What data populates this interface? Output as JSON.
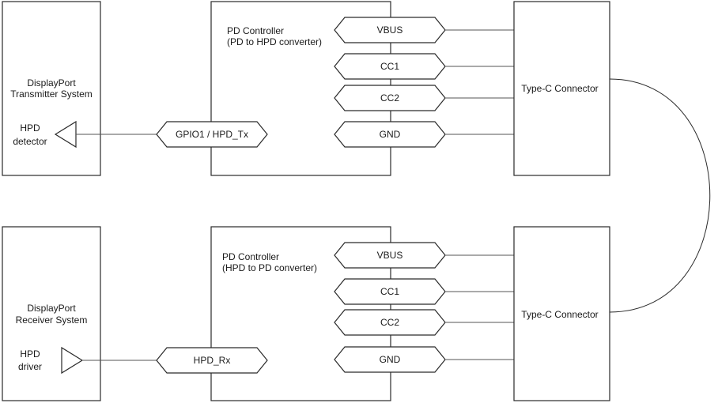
{
  "top_system": {
    "dp_label": [
      "DisplayPort",
      "Transmitter System"
    ],
    "hpd_label": [
      "HPD",
      "detector"
    ],
    "pd_label": [
      "PD Controller",
      "(PD to HPD converter)"
    ],
    "gpio_pin": "GPIO1 / HPD_Tx",
    "pins": [
      "VBUS",
      "CC1",
      "CC2",
      "GND"
    ],
    "connector_label": "Type-C Connector"
  },
  "bottom_system": {
    "dp_label": [
      "DisplayPort",
      "Receiver System"
    ],
    "hpd_label": [
      "HPD",
      "driver"
    ],
    "pd_label": [
      "PD Controller",
      "(HPD to PD converter)"
    ],
    "gpio_pin": "HPD_Rx",
    "pins": [
      "VBUS",
      "CC1",
      "CC2",
      "GND"
    ],
    "connector_label": "Type-C Connector"
  }
}
